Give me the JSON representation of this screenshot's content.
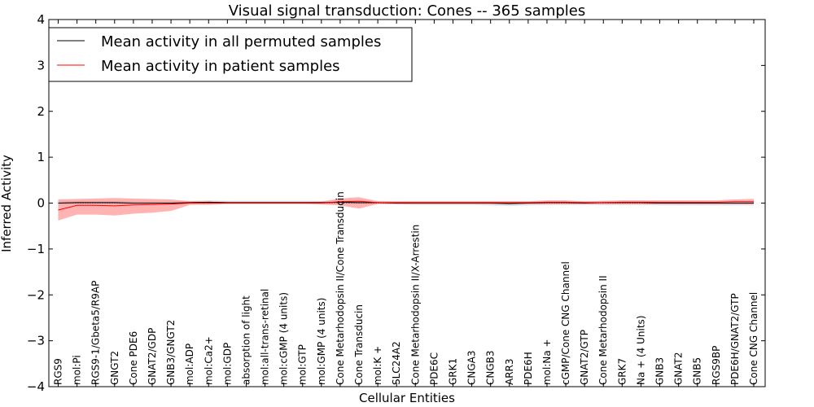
{
  "chart_data": {
    "type": "line",
    "title": "Visual signal transduction: Cones -- 365 samples",
    "xlabel": "Cellular Entities",
    "ylabel": "Inferred Activity",
    "ylim": [
      -4,
      4
    ],
    "yticks": [
      -4,
      -3,
      -2,
      -1,
      0,
      1,
      2,
      3,
      4
    ],
    "ytick_labels": [
      "−4",
      "−3",
      "−2",
      "−1",
      "0",
      "1",
      "2",
      "3",
      "4"
    ],
    "grid": false,
    "legend_position": "top-left",
    "categories": [
      "RGS9",
      "mol:Pi",
      "RGS9-1/Gbeta5/R9AP",
      "GNGT2",
      "Cone PDE6",
      "GNAT2/GDP",
      "GNB3/GNGT2",
      "mol:ADP",
      "mol:Ca2+",
      "mol:GDP",
      "absorption of light",
      "mol:all-trans-retinal",
      "mol:cGMP (4 units)",
      "mol:GTP",
      "mol:GMP (4 units)",
      "Cone Metarhodopsin II/Cone Transducin",
      "Cone Transducin",
      "mol:K +",
      "SLC24A2",
      "Cone Metarhodopsin II/X-Arrestin",
      "PDE6C",
      "GRK1",
      "CNGA3",
      "CNGB3",
      "ARR3",
      "PDE6H",
      "mol:Na +",
      "cGMP/Cone CNG Channel",
      "GNAT2/GTP",
      "Cone Metarhodopsin II",
      "GRK7",
      "Na + (4 Units)",
      "GNB3",
      "GNAT2",
      "GNB5",
      "RGS9BP",
      "PDE6H/GNAT2/GTP",
      "Cone CNG Channel"
    ],
    "series": [
      {
        "name": "Mean activity in all permuted samples",
        "color": "#000000",
        "values": [
          0.0,
          0.01,
          0.01,
          0.01,
          0.0,
          0.0,
          0.0,
          0.01,
          0.02,
          0.01,
          0.01,
          0.01,
          0.01,
          0.01,
          0.01,
          0.02,
          0.01,
          0.01,
          0.0,
          0.0,
          0.0,
          0.0,
          0.0,
          0.0,
          -0.01,
          0.0,
          0.01,
          0.01,
          0.0,
          0.01,
          0.01,
          0.01,
          0.0,
          0.0,
          0.0,
          0.0,
          0.0,
          0.0
        ],
        "band_low": [
          -0.05,
          -0.04,
          -0.03,
          -0.03,
          -0.04,
          -0.04,
          -0.03,
          -0.02,
          -0.02,
          -0.02,
          -0.02,
          -0.02,
          -0.02,
          -0.02,
          -0.02,
          -0.02,
          -0.02,
          -0.02,
          -0.03,
          -0.04,
          -0.04,
          -0.04,
          -0.04,
          -0.05,
          -0.06,
          -0.05,
          -0.04,
          -0.04,
          -0.04,
          -0.04,
          -0.04,
          -0.04,
          -0.05,
          -0.05,
          -0.05,
          -0.05,
          -0.05,
          -0.05
        ],
        "band_high": [
          0.05,
          0.05,
          0.05,
          0.05,
          0.05,
          0.05,
          0.05,
          0.05,
          0.06,
          0.05,
          0.05,
          0.05,
          0.05,
          0.05,
          0.05,
          0.06,
          0.05,
          0.05,
          0.04,
          0.04,
          0.04,
          0.04,
          0.04,
          0.04,
          0.04,
          0.04,
          0.05,
          0.05,
          0.04,
          0.05,
          0.05,
          0.05,
          0.04,
          0.04,
          0.04,
          0.04,
          0.04,
          0.04
        ]
      },
      {
        "name": "Mean activity in patient samples",
        "color": "#ff0000",
        "band_color": "#ff9999",
        "values": [
          -0.15,
          -0.05,
          -0.05,
          -0.06,
          -0.04,
          -0.03,
          -0.02,
          0.0,
          0.0,
          0.0,
          0.0,
          0.0,
          0.0,
          0.0,
          0.0,
          0.03,
          0.04,
          0.01,
          0.01,
          0.01,
          0.01,
          0.01,
          0.01,
          0.01,
          0.01,
          0.01,
          0.02,
          0.02,
          0.01,
          0.01,
          0.02,
          0.02,
          0.02,
          0.02,
          0.02,
          0.02,
          0.03,
          0.03
        ],
        "band_low": [
          -0.38,
          -0.25,
          -0.25,
          -0.27,
          -0.23,
          -0.21,
          -0.17,
          -0.04,
          -0.04,
          -0.02,
          -0.02,
          -0.02,
          -0.02,
          -0.02,
          -0.03,
          -0.05,
          -0.12,
          -0.02,
          -0.02,
          -0.02,
          -0.02,
          -0.02,
          -0.02,
          -0.02,
          -0.02,
          -0.02,
          -0.02,
          -0.02,
          -0.02,
          -0.02,
          -0.02,
          -0.02,
          -0.02,
          -0.02,
          -0.02,
          -0.02,
          -0.02,
          -0.02
        ],
        "band_high": [
          0.08,
          0.09,
          0.1,
          0.11,
          0.1,
          0.09,
          0.08,
          0.04,
          0.03,
          0.02,
          0.02,
          0.02,
          0.02,
          0.02,
          0.03,
          0.1,
          0.13,
          0.04,
          0.04,
          0.04,
          0.04,
          0.04,
          0.04,
          0.04,
          0.04,
          0.04,
          0.06,
          0.06,
          0.04,
          0.05,
          0.06,
          0.06,
          0.06,
          0.06,
          0.06,
          0.06,
          0.08,
          0.09
        ]
      }
    ]
  }
}
